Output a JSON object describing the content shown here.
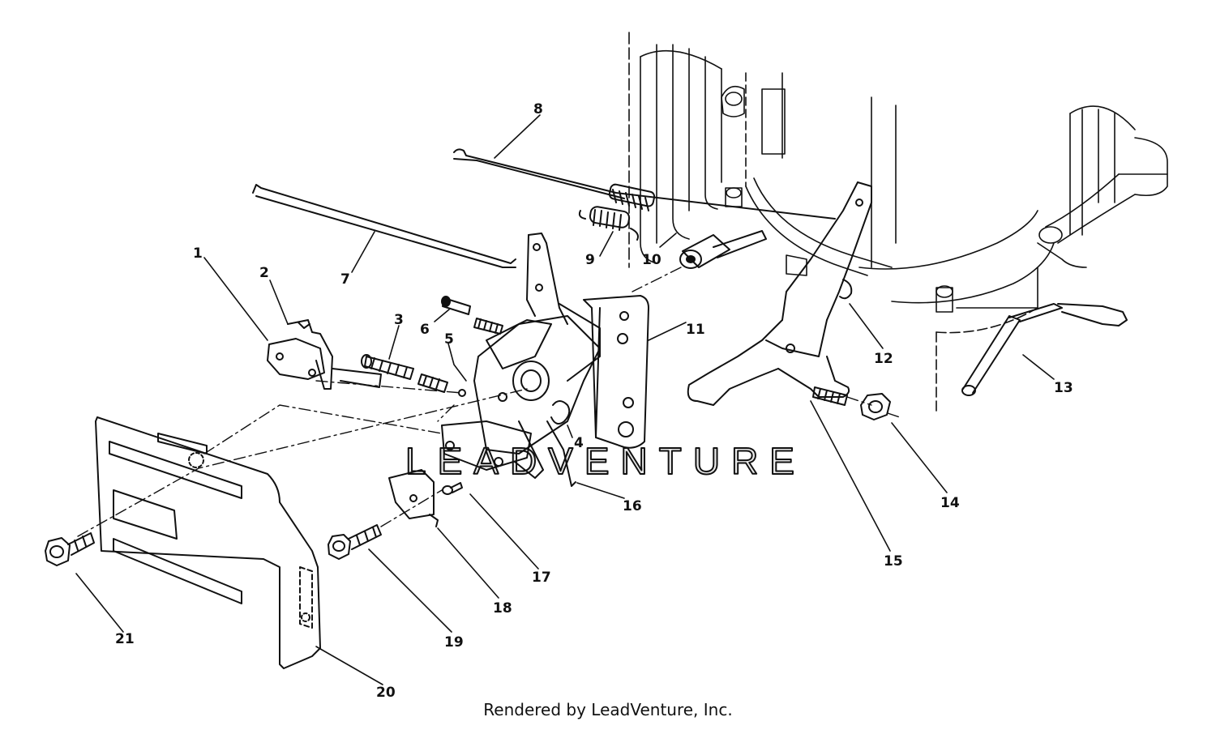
{
  "diagram": {
    "type": "exploded-parts-diagram",
    "watermark": "LEADVENTURE",
    "callouts": [
      {
        "number": "1"
      },
      {
        "number": "2"
      },
      {
        "number": "3"
      },
      {
        "number": "4"
      },
      {
        "number": "5"
      },
      {
        "number": "6"
      },
      {
        "number": "7"
      },
      {
        "number": "8"
      },
      {
        "number": "9"
      },
      {
        "number": "10"
      },
      {
        "number": "11"
      },
      {
        "number": "12"
      },
      {
        "number": "13"
      },
      {
        "number": "14"
      },
      {
        "number": "15"
      },
      {
        "number": "16"
      },
      {
        "number": "17"
      },
      {
        "number": "18"
      },
      {
        "number": "19"
      },
      {
        "number": "20"
      },
      {
        "number": "21"
      }
    ]
  },
  "footer": {
    "text": "Rendered by LeadVenture, Inc."
  }
}
